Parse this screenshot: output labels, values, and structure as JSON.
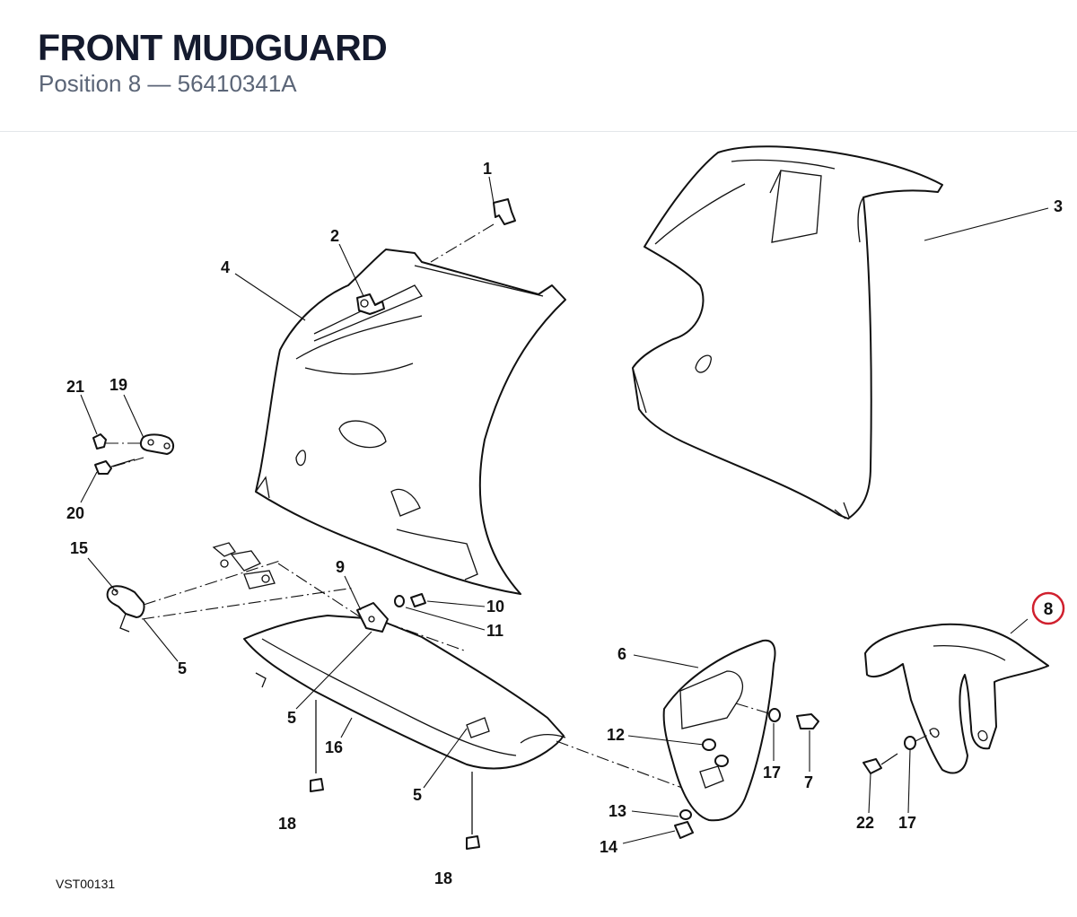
{
  "header": {
    "title": "FRONT MUDGUARD",
    "subtitle": "Position 8 — 56410341A"
  },
  "diagram": {
    "reference_code": "VST00131",
    "highlight_color": "#d0202e",
    "highlighted_callout": "8",
    "callouts": {
      "c1": "1",
      "c2": "2",
      "c3": "3",
      "c4": "4",
      "c5a": "5",
      "c5b": "5",
      "c5c": "5",
      "c6": "6",
      "c7": "7",
      "c8": "8",
      "c9": "9",
      "c10": "10",
      "c11": "11",
      "c12": "12",
      "c13": "13",
      "c14": "14",
      "c15": "15",
      "c16": "16",
      "c17a": "17",
      "c17b": "17",
      "c18a": "18",
      "c18b": "18",
      "c19": "19",
      "c20": "20",
      "c21": "21",
      "c22": "22"
    }
  }
}
